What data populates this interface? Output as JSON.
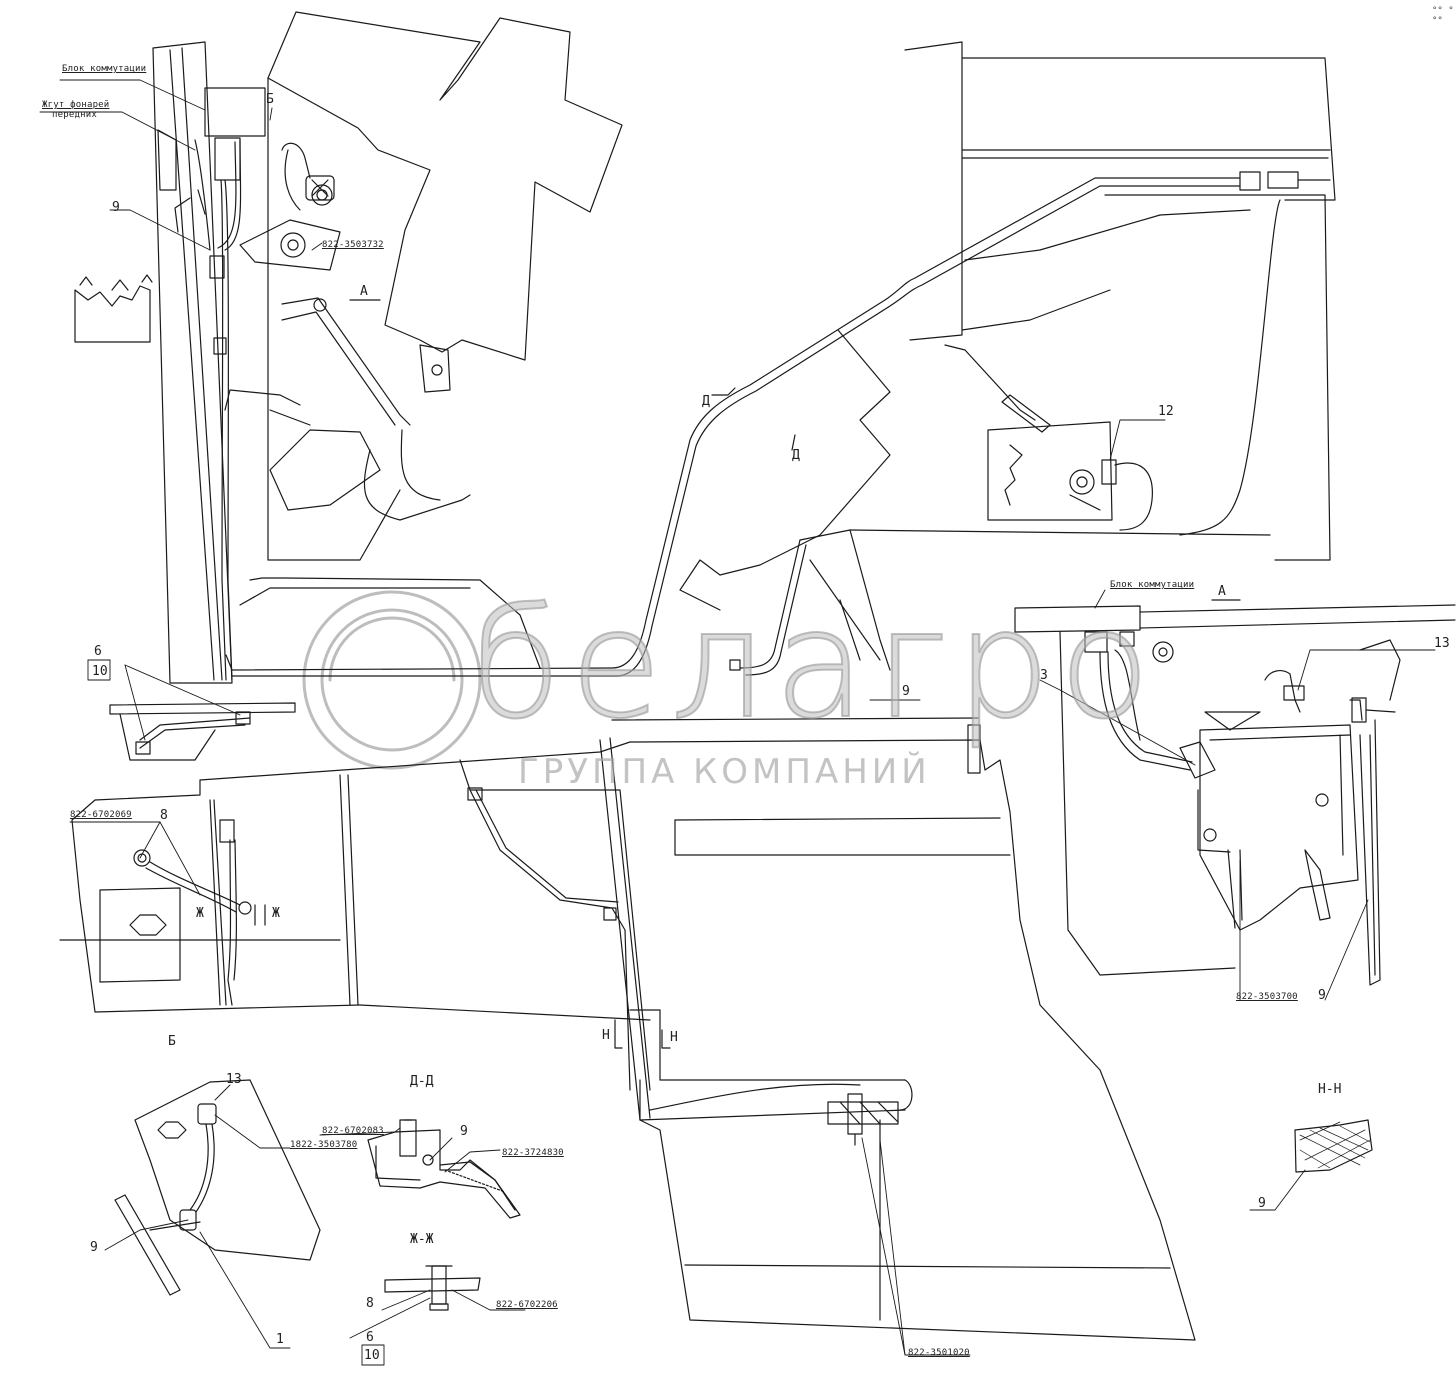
{
  "watermark": {
    "logo_text": "белагро",
    "subtitle": "ГРУППА КОМПАНИЙ"
  },
  "corner_mark": "°° °°°",
  "labels": {
    "blok_left": "Блок коммутации",
    "zhgut1": "Жгут фонарей",
    "zhgut2": "передних",
    "b_top": "Б",
    "n9_left": "9",
    "part_3732": "822-3503732",
    "a_top": "А",
    "d_arrow1": "Д",
    "d_arrow2": "Д",
    "n12": "12",
    "blok_right": "Блок коммутации",
    "a_right": "А",
    "n13_right": "13",
    "n3": "3",
    "n9_mid": "9",
    "n6": "6",
    "n10": "10",
    "part_2069": "822-6702069",
    "n8": "8",
    "zh_left": "Ж",
    "zh_right": "Ж",
    "part_3700": "822-3503700",
    "n9_right": "9",
    "b_section": "Б",
    "n13_bottom": "13",
    "part_3780": "1822-3503780",
    "n9_bl": "9",
    "n1": "1",
    "dd_title": "Д-Д",
    "part_2083": "822-6702083",
    "n9_dd": "9",
    "part_4830": "822-3724830",
    "zhzh_title": "Ж-Ж",
    "n8_zz": "8",
    "part_2206": "822-6702206",
    "n6_zz": "6",
    "n10_zz": "10",
    "n_left": "Н",
    "n_right": "Н",
    "nn_title": "Н-Н",
    "n9_nn": "9",
    "part_1020": "822-3501020"
  }
}
